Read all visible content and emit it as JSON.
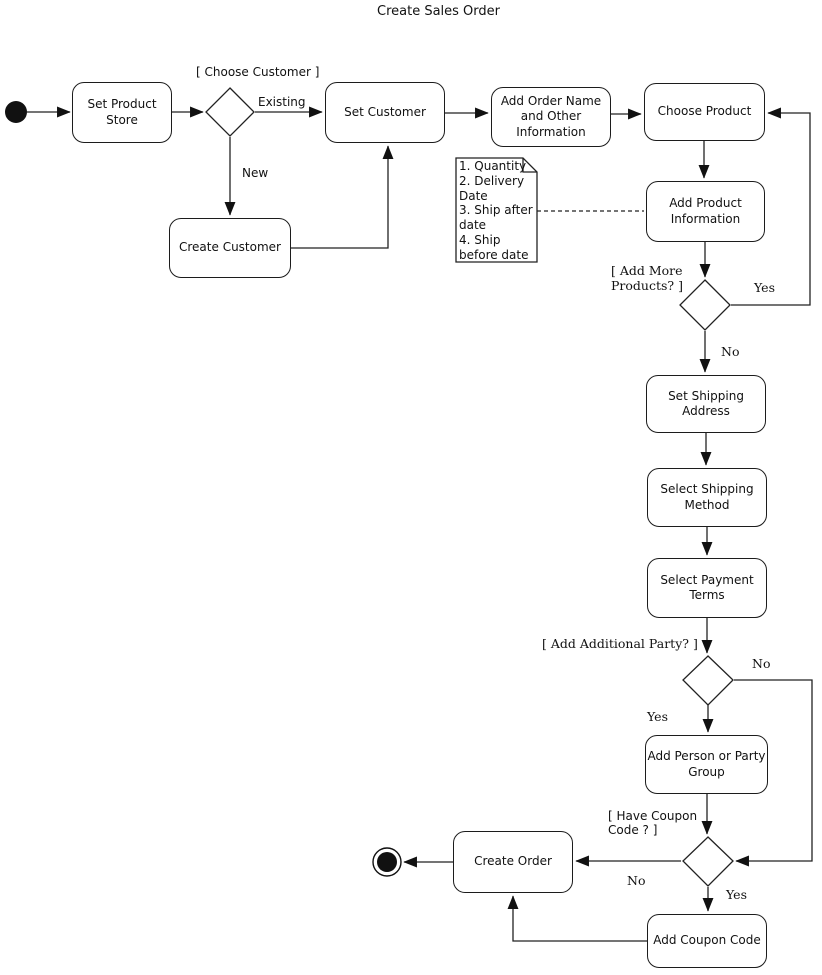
{
  "title": "Create Sales Order",
  "colors": {
    "stroke": "#1c1c1c",
    "fill": "#ffffff",
    "text": "#111111"
  },
  "icons": {
    "rake_icon": "sub-activity-indicator (rake)"
  },
  "nodes": {
    "set_product_store": "Set Product Store",
    "set_customer": "Set Customer",
    "create_customer": "Create Customer",
    "add_order_name": "Add Order Name and Other Information",
    "choose_product": "Choose Product",
    "add_product_information": "Add Product Information",
    "set_shipping_address": "Set Shipping Address",
    "select_shipping_method": "Select Shipping Method",
    "select_payment_terms": "Select Payment Terms",
    "add_person_or_party_group": "Add Person or Party Group",
    "create_order": "Create Order",
    "add_coupon_code": "Add Coupon Code"
  },
  "edge_labels": {
    "choose_customer_guard": "[ Choose Customer ]",
    "existing": "Existing",
    "new": "New",
    "add_more_products_guard": "[ Add More Products? ]",
    "add_more_yes": "Yes",
    "add_more_no": "No",
    "add_additional_party_guard": "[ Add Additional Party? ]",
    "additional_party_no": "No",
    "additional_party_yes": "Yes",
    "have_coupon_guard": "[ Have Coupon Code ? ]",
    "coupon_no": "No",
    "coupon_yes": "Yes"
  },
  "note": {
    "lines": [
      "1. Quantity",
      "2. Delivery",
      "Date",
      "3. Ship after",
      "date",
      "4. Ship",
      "before date"
    ]
  }
}
